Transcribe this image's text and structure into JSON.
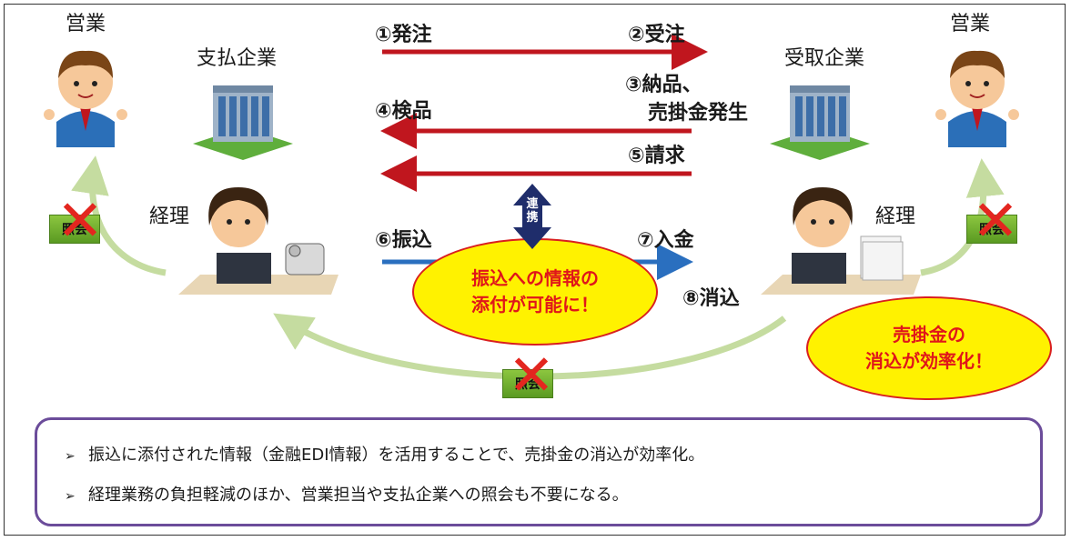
{
  "actors": {
    "left_sales_label": "営業",
    "right_sales_label": "営業",
    "payer_label": "支払企業",
    "receiver_label": "受取企業",
    "left_accounting_label": "経理",
    "right_accounting_label": "経理"
  },
  "steps": {
    "s1": "①発注",
    "s2": "②受注",
    "s3_line1": "③納品、",
    "s3_line2": "売掛金発生",
    "s4": "④検品",
    "s5": "⑤請求",
    "s6": "⑥振込",
    "s7": "⑦入金",
    "s8": "⑧消込"
  },
  "renkei_label": "連携",
  "callouts": {
    "center": "振込への情報の\n添付が可能に！",
    "right": "売掛金の\n消込が効率化！"
  },
  "shokai_label": "照会",
  "summary": {
    "bullet1": "振込に添付された情報（金融EDI情報）を活用することで、売掛金の消込が効率化。",
    "bullet2": "経理業務の負担軽減のほか、営業担当や支払企業への照会も不要になる。"
  },
  "colors": {
    "order_arrow": "#c0161e",
    "transfer_arrow": "#2a6fbf",
    "link_arrow": "#1f2d6b",
    "return_arrow": "#c5dca0",
    "callout_fill": "#fff200",
    "callout_text": "#e0161a",
    "summary_border": "#6b4c9a"
  }
}
